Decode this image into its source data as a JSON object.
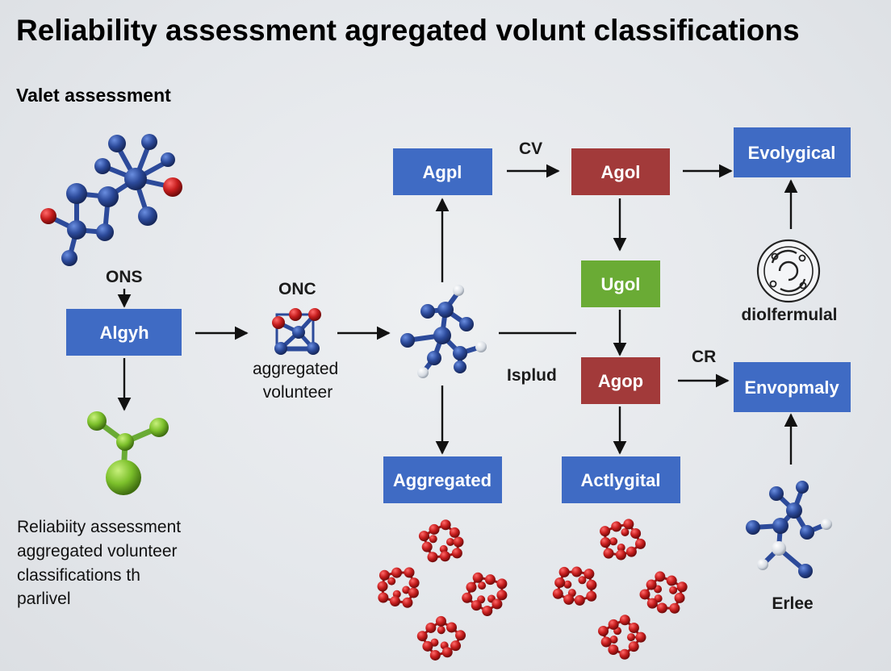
{
  "title": "Reliability assessment agregated volunt classifications",
  "subtitle": "Valet assessment",
  "colors": {
    "blue_box": "#3f6bc4",
    "red_box": "#a23a3a",
    "green_box": "#6aab35",
    "mol_blue": "#2c4a9a",
    "mol_red": "#c61d1d",
    "mol_green": "#7cc02b",
    "mol_white": "#e6e9ee"
  },
  "boxes": {
    "algyh": "Algyh",
    "agpl": "Agpl",
    "agol": "Agol",
    "evolygical": "Evolygical",
    "ugol": "Ugol",
    "agop": "Agop",
    "envopmaly": "Envopmaly",
    "aggregated": "Aggregated",
    "actlygital": "Actlygital"
  },
  "labels": {
    "ons": "ONS",
    "onc": "ONC",
    "aggregated_line1": "aggregated",
    "aggregated_line2": "volunteer",
    "cv": "CV",
    "isplud": "Isplud",
    "cr": "CR",
    "diolfermulal": "diolfermulal",
    "erlee": "Erlee"
  },
  "caption_lines": [
    "Reliabiity assessment",
    "aggregated volunteer",
    "classifications th",
    "parlivel"
  ],
  "icons": [
    "molecule-icon",
    "red-molecule-cluster-icon",
    "circular-symbol-icon"
  ]
}
